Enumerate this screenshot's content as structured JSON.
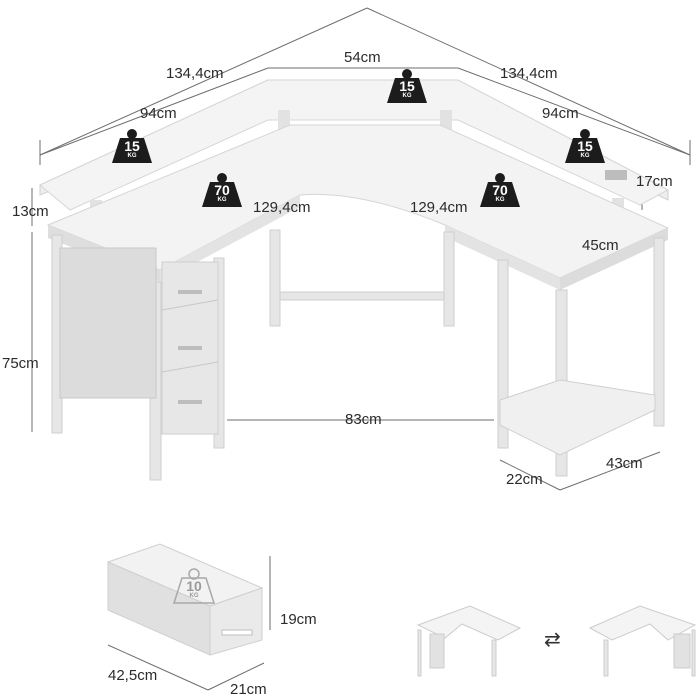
{
  "dimensions": {
    "top_width": "54cm",
    "overall_left": "134,4cm",
    "overall_right": "134,4cm",
    "shelf_left": "94cm",
    "shelf_right": "94cm",
    "shelf_height": "13cm",
    "shelf_depth": "17cm",
    "desk_height": "75cm",
    "inner_left": "129,4cm",
    "inner_right": "129,4cm",
    "desk_depth": "45cm",
    "leg_span": "83cm",
    "shelf_small_width": "22cm",
    "shelf_small_depth": "43cm",
    "drawer_height": "19cm",
    "drawer_width": "42,5cm",
    "drawer_depth": "21cm"
  },
  "weights": {
    "shelf_center": {
      "value": "15",
      "unit": "KG"
    },
    "shelf_left": {
      "value": "15",
      "unit": "KG"
    },
    "shelf_right": {
      "value": "15",
      "unit": "KG"
    },
    "desk_left": {
      "value": "70",
      "unit": "KG"
    },
    "desk_right": {
      "value": "70",
      "unit": "KG"
    },
    "drawer": {
      "value": "10",
      "unit": "KG"
    }
  },
  "reversible_symbol": "⇄",
  "colors": {
    "desk_top": "#f1f1f1",
    "desk_edge": "#dcdcdc",
    "frame": "#e8e8e8",
    "fabric": "#dedede",
    "weight_badge": "#1c1c1c",
    "dimension_line": "#6e6e6e"
  }
}
